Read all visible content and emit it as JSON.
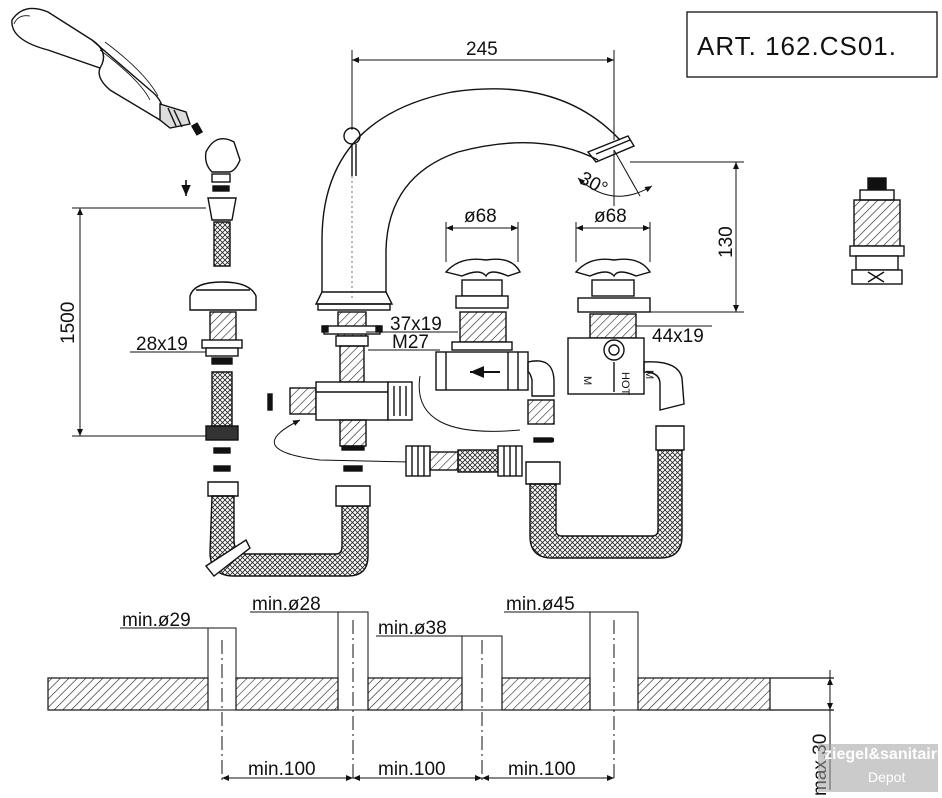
{
  "article": {
    "label": "ART. 162.CS01."
  },
  "dimensions": {
    "spout_reach": "245",
    "height": "130",
    "handle_dia_left": "ø68",
    "handle_dia_right": "ø68",
    "angle": "30°",
    "hose_length": "1500",
    "hose_thread": "28x19",
    "spout_thread": "37x19",
    "spout_nut": "M27",
    "valve_thread": "44x19"
  },
  "valve_labels": {
    "left_mark": "M",
    "hot_mark": "HOT",
    "right_mark": "M"
  },
  "holes": {
    "hole1": "min.ø29",
    "hole2": "min.ø28",
    "hole3": "min.ø38",
    "hole4": "min.ø45"
  },
  "spacing": {
    "gap1": "min.100",
    "gap2": "min.100",
    "gap3": "min.100",
    "deck_thickness": "max.30"
  },
  "watermark": {
    "line1": "ziegel&sanitair",
    "line2": "Depot"
  },
  "icons": [
    "arrow-down-icon",
    "flow-arrow-icon",
    "hatch-pattern"
  ]
}
